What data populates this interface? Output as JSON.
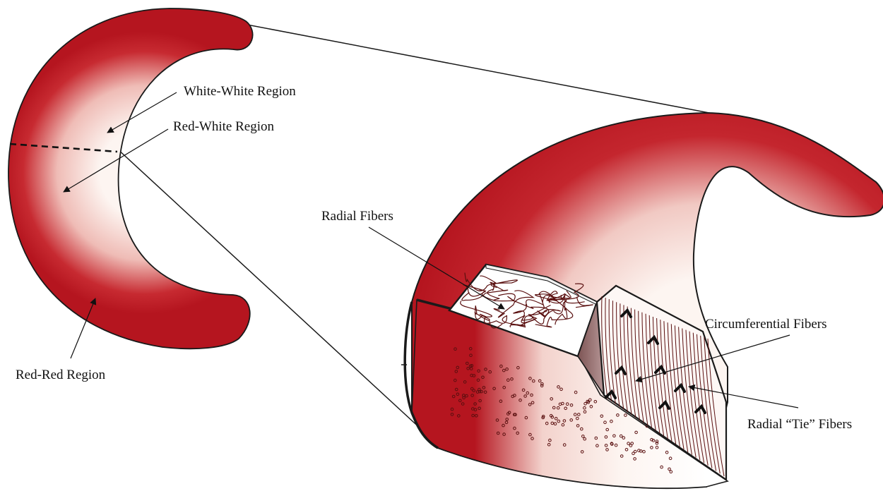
{
  "labels": {
    "white_white": "White-White Region",
    "red_white": "Red-White Region",
    "red_red": "Red-Red Region",
    "radial": "Radial Fibers",
    "circumferential": "Circumferential Fibers",
    "radial_tie": "Radial “Tie” Fibers"
  },
  "colors": {
    "tissue_red": "#b5151f",
    "tissue_white": "#fdf5f1",
    "fiber_dark": "#5a1010",
    "outline": "#1a1a1a",
    "cut_face": "#9c7272"
  }
}
